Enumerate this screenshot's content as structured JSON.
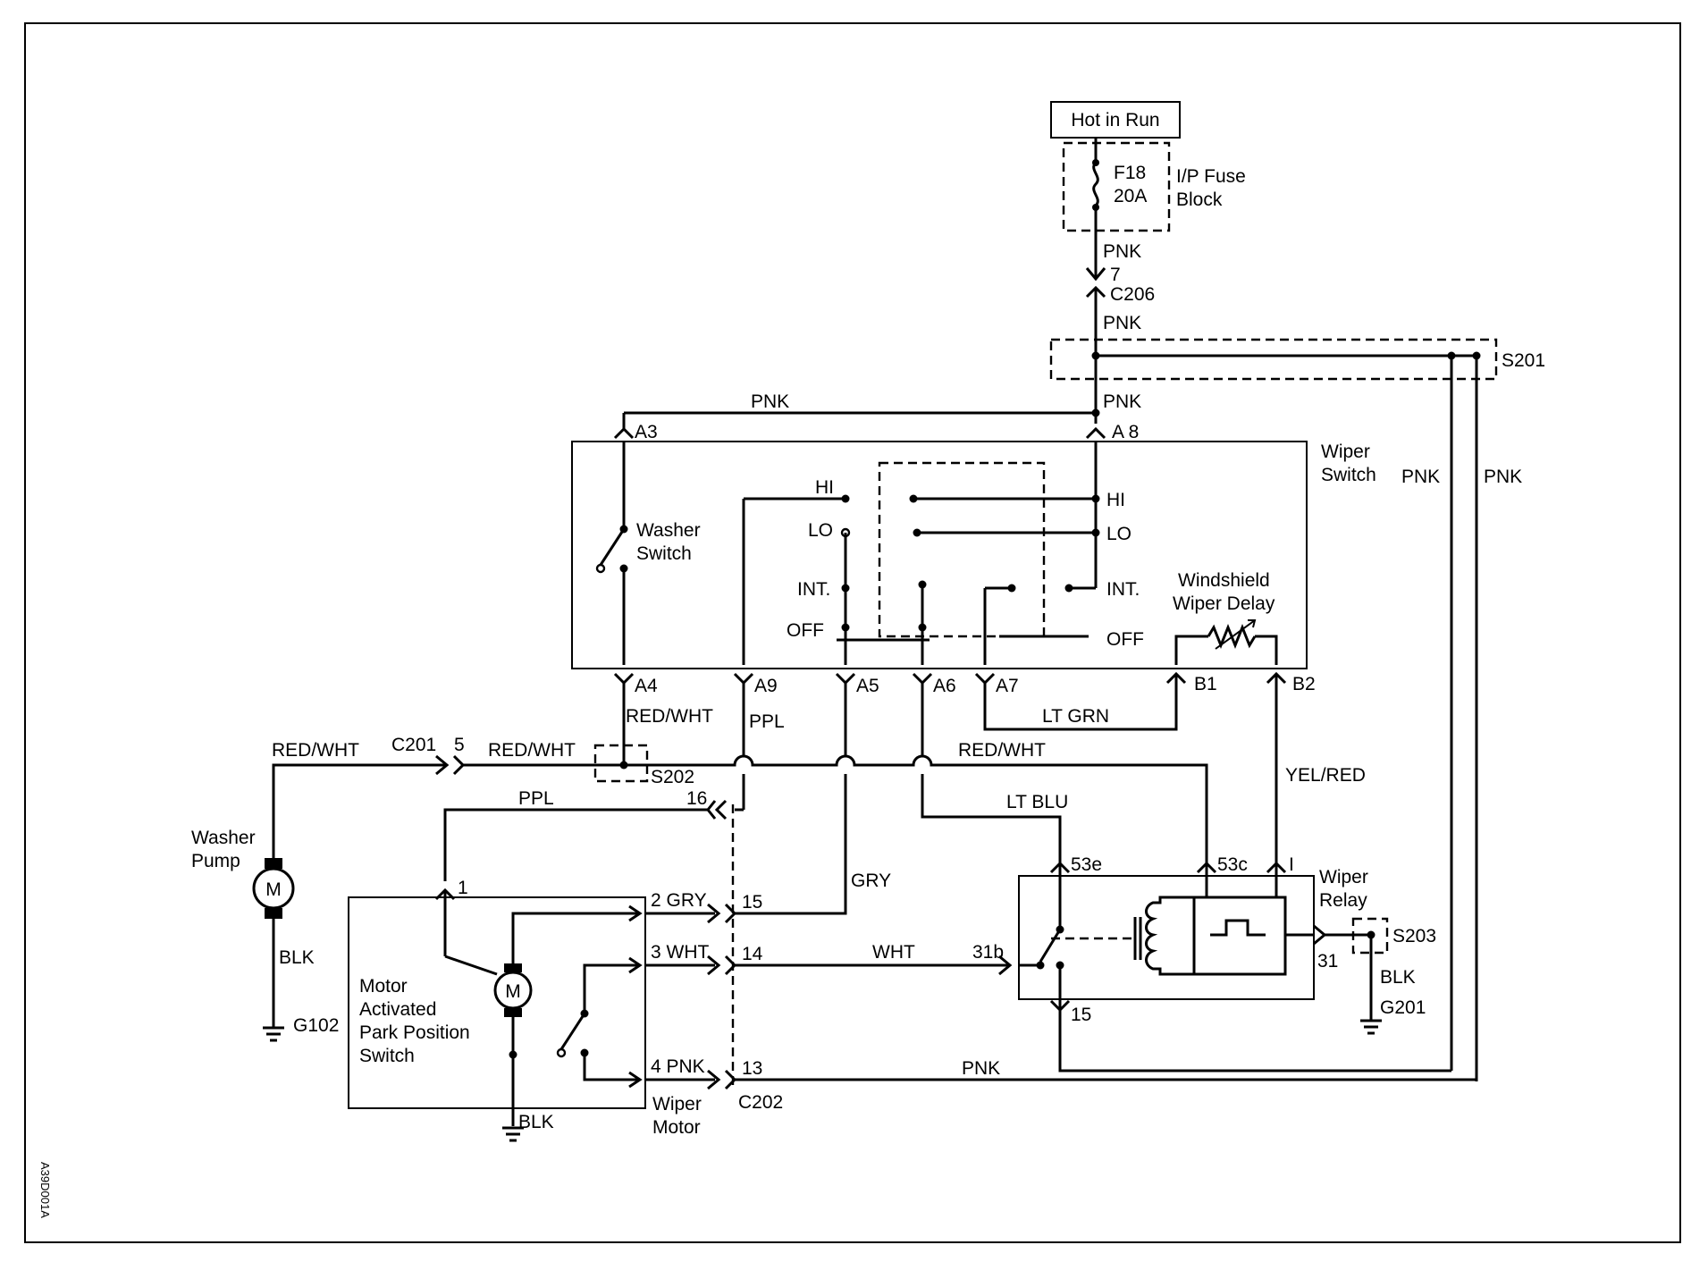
{
  "power": {
    "hot_in_run": "Hot in Run",
    "fuse_id": "F18",
    "fuse_rating": "20A",
    "fuse_block_1": "I/P Fuse",
    "fuse_block_2": "Block"
  },
  "connectors": {
    "c206_pin": "7",
    "c206": "C206",
    "s201": "S201",
    "a8": "A 8",
    "a3": "A3",
    "a4": "A4",
    "a9": "A9",
    "a5": "A5",
    "a6": "A6",
    "a7": "A7",
    "b1": "B1",
    "b2": "B2",
    "c201": "C201",
    "c201_pin": "5",
    "s202": "S202",
    "c202": "C202",
    "c202_p16": "16",
    "c202_p15": "15",
    "c202_p14": "14",
    "c202_p13": "13",
    "s203": "S203",
    "g102": "G102",
    "g201": "G201"
  },
  "wire_colors": {
    "pnk_1": "PNK",
    "pnk_2": "PNK",
    "pnk_3": "PNK",
    "pnk_a3": "PNK",
    "pnk_s201_a": "PNK",
    "pnk_s201_b": "PNK",
    "pnk_bottom": "PNK",
    "red_wht_a4": "RED/WHT",
    "red_wht_left": "RED/WHT",
    "red_wht_mid": "RED/WHT",
    "red_wht_right": "RED/WHT",
    "ppl_a9": "PPL",
    "ppl_left": "PPL",
    "lt_grn": "LT GRN",
    "yel_red": "YEL/RED",
    "lt_blu": "LT BLU",
    "gry": "GRY",
    "wht": "WHT",
    "blk_pump": "BLK",
    "blk_motor": "BLK",
    "blk_relay": "BLK"
  },
  "wiper_switch": {
    "title_1": "Wiper",
    "title_2": "Switch",
    "washer_1": "Washer",
    "washer_2": "Switch",
    "hi_left": "HI",
    "lo_left": "LO",
    "int_left": "INT.",
    "off_left": "OFF",
    "hi_right": "HI",
    "lo_right": "LO",
    "int_right": "INT.",
    "off_right": "OFF",
    "delay_1": "Windshield",
    "delay_2": "Wiper Delay"
  },
  "washer_pump": {
    "label_1": "Washer",
    "label_2": "Pump",
    "motor_symbol": "M"
  },
  "wiper_motor": {
    "label_1": "Wiper",
    "label_2": "Motor",
    "motor_symbol": "M",
    "park_1": "Motor",
    "park_2": "Activated",
    "park_3": "Park Position",
    "park_4": "Switch",
    "pin_1": "1",
    "pin_2": "2 GRY",
    "pin_3": "3 WHT",
    "pin_4": "4 PNK"
  },
  "wiper_relay": {
    "label_1": "Wiper",
    "label_2": "Relay",
    "pin_53e": "53e",
    "pin_53c": "53c",
    "pin_i": "I",
    "pin_31b": "31b",
    "pin_31": "31",
    "pin_15": "15"
  },
  "figure_id": "A39D001A"
}
